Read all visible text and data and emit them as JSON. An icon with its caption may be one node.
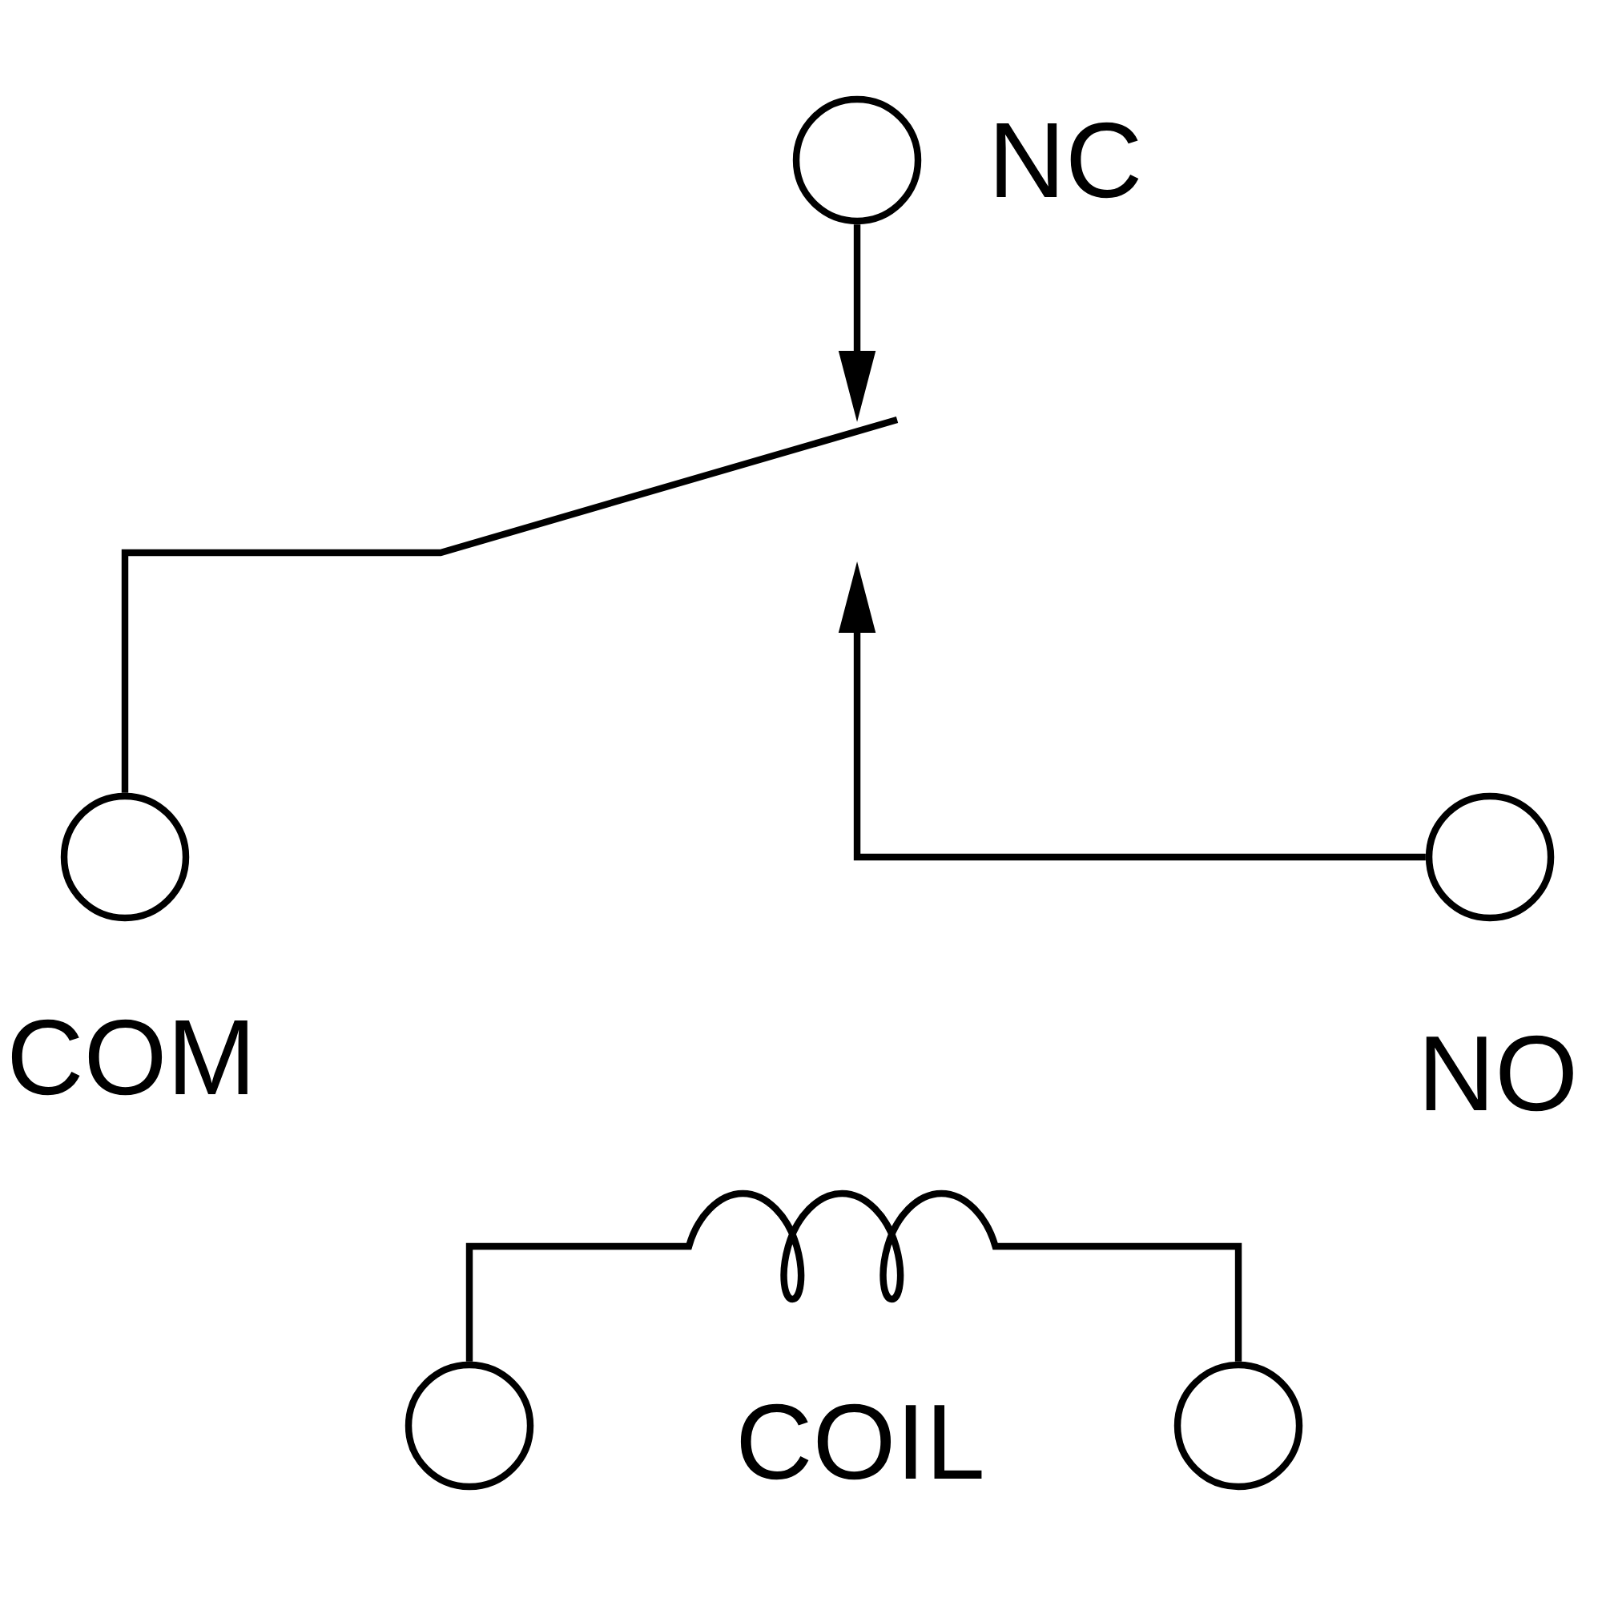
{
  "diagram": {
    "nodes": [
      {
        "text": [],
        "shape": "circle",
        "beside": [
          "NC"
        ]
      },
      {
        "text": [],
        "shape": "circle",
        "beside": [
          "COM"
        ]
      },
      {
        "text": [],
        "shape": "circle",
        "beside": [
          "NO"
        ]
      },
      {
        "text": [],
        "shape": "circle"
      },
      {
        "text": [],
        "shape": "circle"
      }
    ],
    "edges": [
      {
        "from": 0,
        "to": null,
        "arrow": "to"
      },
      {
        "from": 1,
        "to": null,
        "arrow": "none"
      },
      {
        "from": 2,
        "to": null,
        "arrow": "to"
      },
      {
        "from": 3,
        "to": 4,
        "arrow": "none"
      }
    ],
    "labels": [
      "COIL"
    ]
  }
}
